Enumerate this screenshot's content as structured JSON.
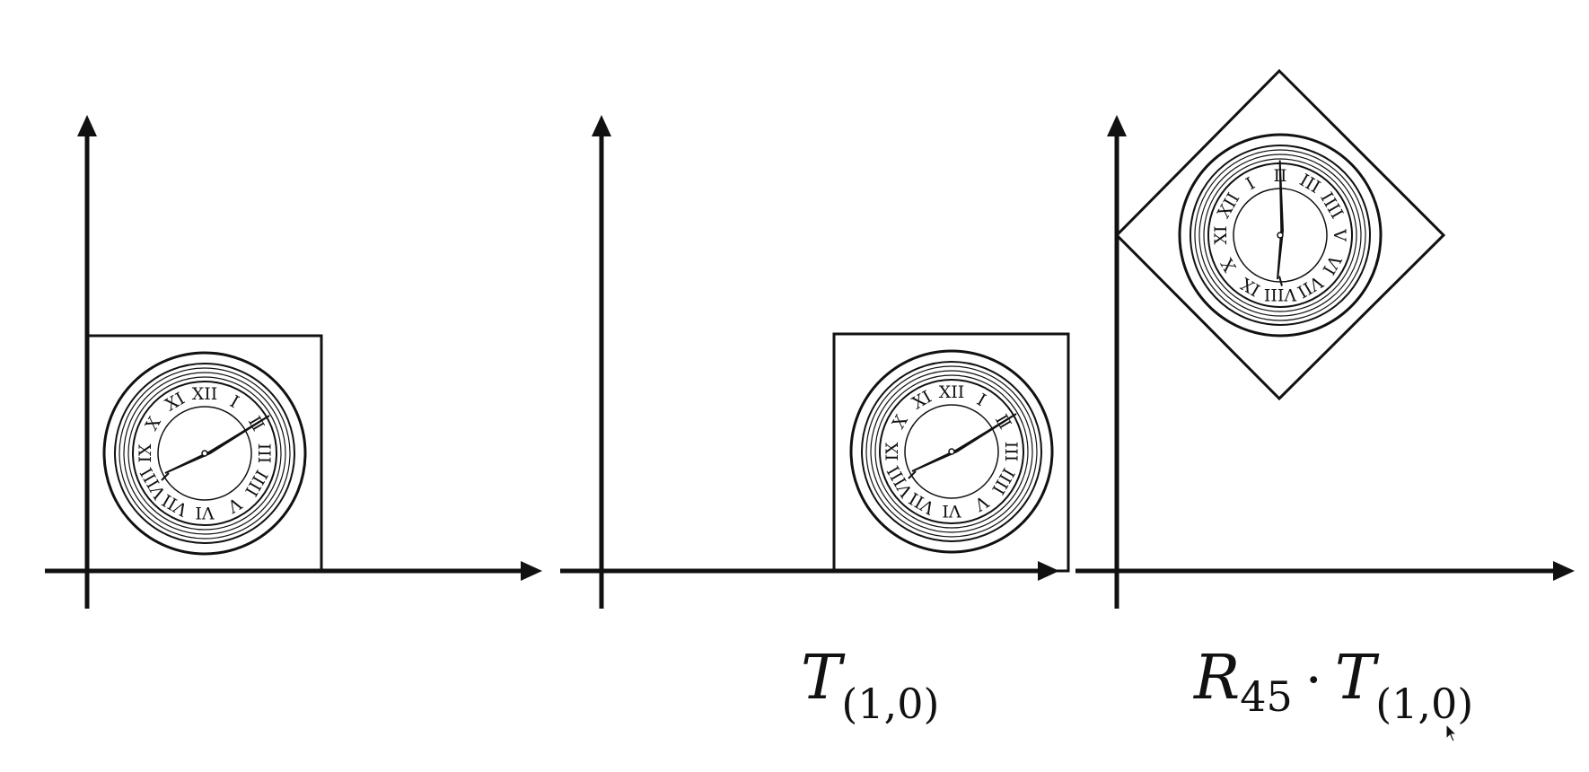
{
  "formulas": {
    "translate": {
      "symbol": "T",
      "subscript": "(1,0)"
    },
    "composite": {
      "rotation_symbol": "R",
      "rotation_subscript": "45",
      "operator": "·",
      "translation_symbol": "T",
      "translation_subscript": "(1,0)"
    }
  },
  "panels": [
    {
      "id": "original",
      "transform": "none"
    },
    {
      "id": "translated",
      "transform": "translate (1,0)"
    },
    {
      "id": "rotated-translated",
      "transform": "rotate 45 after translate (1,0)"
    }
  ],
  "clock": {
    "numerals": [
      "XII",
      "I",
      "II",
      "III",
      "IIII",
      "V",
      "VI",
      "VII",
      "VIII",
      "IX",
      "X",
      "XI"
    ]
  },
  "colors": {
    "ink": "#111111",
    "background": "#ffffff"
  }
}
